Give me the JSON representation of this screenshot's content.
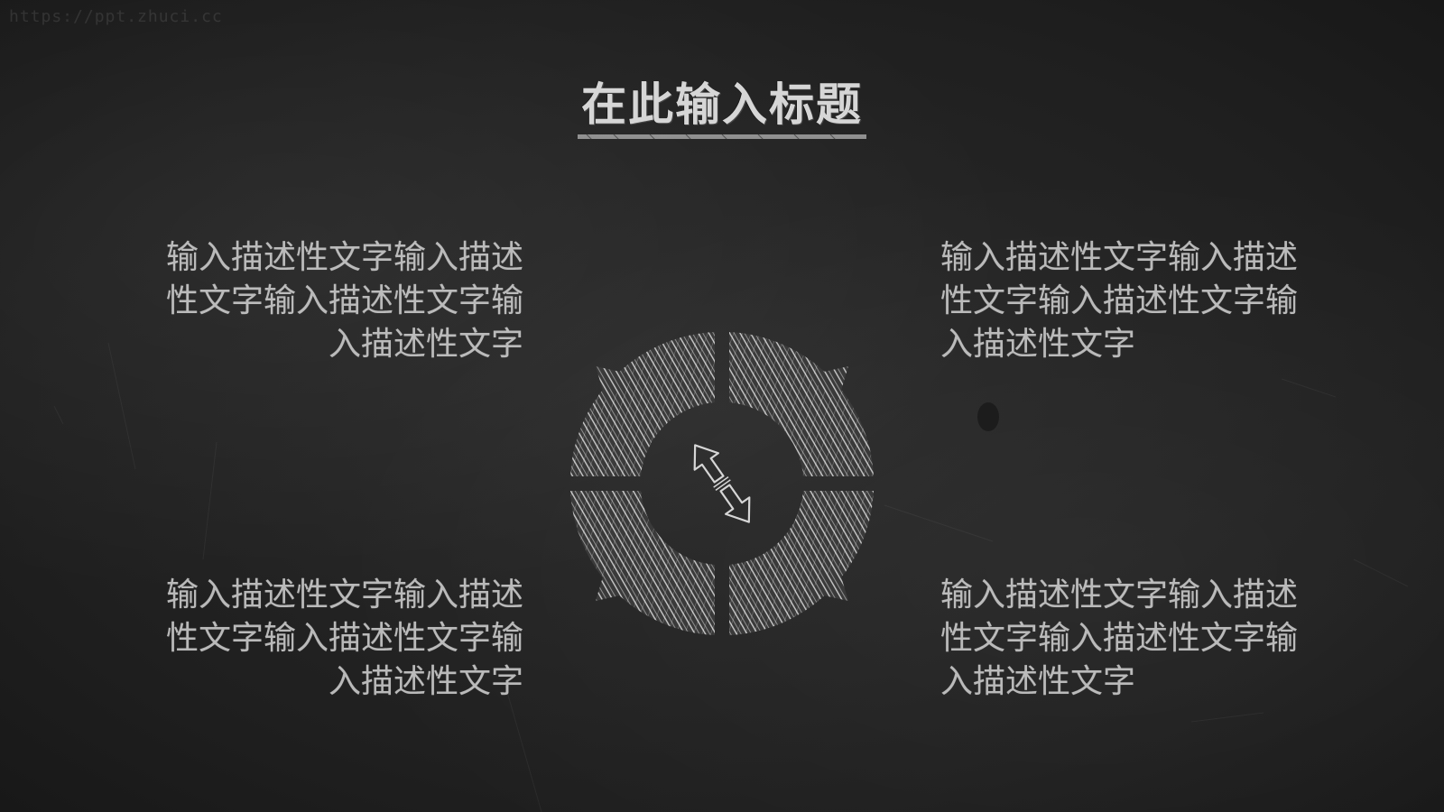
{
  "watermark": "https://ppt.zhuci.cc",
  "title": "在此输入标题",
  "descriptions": {
    "top_left": "输入描述性文字输入描述性文字输入描述性文字输入描述性文字",
    "top_right": "输入描述性文字输入描述性文字输入描述性文字输入描述性文字",
    "bottom_left": "输入描述性文字输入描述性文字输入描述性文字输入描述性文字",
    "bottom_right": "输入描述性文字输入描述性文字输入描述性文字输入描述性文字"
  },
  "colors": {
    "background": "#232323",
    "chalk": "#d6d6d6"
  },
  "icons": {
    "center": "bidirectional-arrow-icon"
  }
}
